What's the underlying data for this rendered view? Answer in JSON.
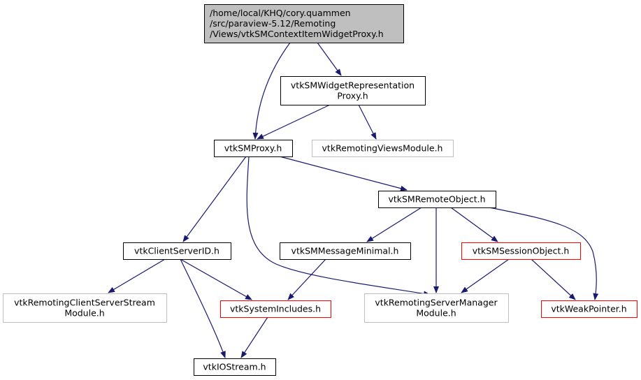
{
  "colors": {
    "edge": "#191970",
    "root_fill": "#bfbfbf",
    "border_normal": "#000000",
    "border_missing": "#bfbfbf",
    "border_truncated": "#ff0000"
  },
  "nodes": [
    {
      "id": "root",
      "lines": [
        "/home/local/KHQ/cory.quammen",
        "/src/paraview-5.12/Remoting",
        "/Views/vtkSMContextItemWidgetProxy.h"
      ],
      "style": "root",
      "align": "left"
    },
    {
      "id": "widget",
      "lines": [
        "vtkSMWidgetRepresentation",
        "Proxy.h"
      ],
      "style": "normal"
    },
    {
      "id": "proxy",
      "lines": [
        "vtkSMProxy.h"
      ],
      "style": "normal"
    },
    {
      "id": "views",
      "lines": [
        "vtkRemotingViewsModule.h"
      ],
      "style": "missing"
    },
    {
      "id": "remote",
      "lines": [
        "vtkSMRemoteObject.h"
      ],
      "style": "normal"
    },
    {
      "id": "clientid",
      "lines": [
        "vtkClientServerID.h"
      ],
      "style": "normal"
    },
    {
      "id": "message",
      "lines": [
        "vtkSMMessageMinimal.h"
      ],
      "style": "normal"
    },
    {
      "id": "session",
      "lines": [
        "vtkSMSessionObject.h"
      ],
      "style": "truncated"
    },
    {
      "id": "stream",
      "lines": [
        "vtkRemotingClientServerStream",
        "Module.h"
      ],
      "style": "missing"
    },
    {
      "id": "sysinc",
      "lines": [
        "vtkSystemIncludes.h"
      ],
      "style": "truncated"
    },
    {
      "id": "servermgr",
      "lines": [
        "vtkRemotingServerManager",
        "Module.h"
      ],
      "style": "missing"
    },
    {
      "id": "weak",
      "lines": [
        "vtkWeakPointer.h"
      ],
      "style": "truncated"
    },
    {
      "id": "iostream",
      "lines": [
        "vtkIOStream.h"
      ],
      "style": "normal"
    }
  ],
  "edges": [
    [
      "root",
      "proxy"
    ],
    [
      "root",
      "widget"
    ],
    [
      "widget",
      "proxy"
    ],
    [
      "widget",
      "views"
    ],
    [
      "proxy",
      "remote"
    ],
    [
      "proxy",
      "clientid"
    ],
    [
      "proxy",
      "servermgr"
    ],
    [
      "remote",
      "message"
    ],
    [
      "remote",
      "servermgr"
    ],
    [
      "remote",
      "session"
    ],
    [
      "remote",
      "weak"
    ],
    [
      "clientid",
      "stream"
    ],
    [
      "clientid",
      "sysinc"
    ],
    [
      "clientid",
      "iostream"
    ],
    [
      "message",
      "sysinc"
    ],
    [
      "session",
      "servermgr"
    ],
    [
      "session",
      "weak"
    ],
    [
      "sysinc",
      "iostream"
    ]
  ]
}
